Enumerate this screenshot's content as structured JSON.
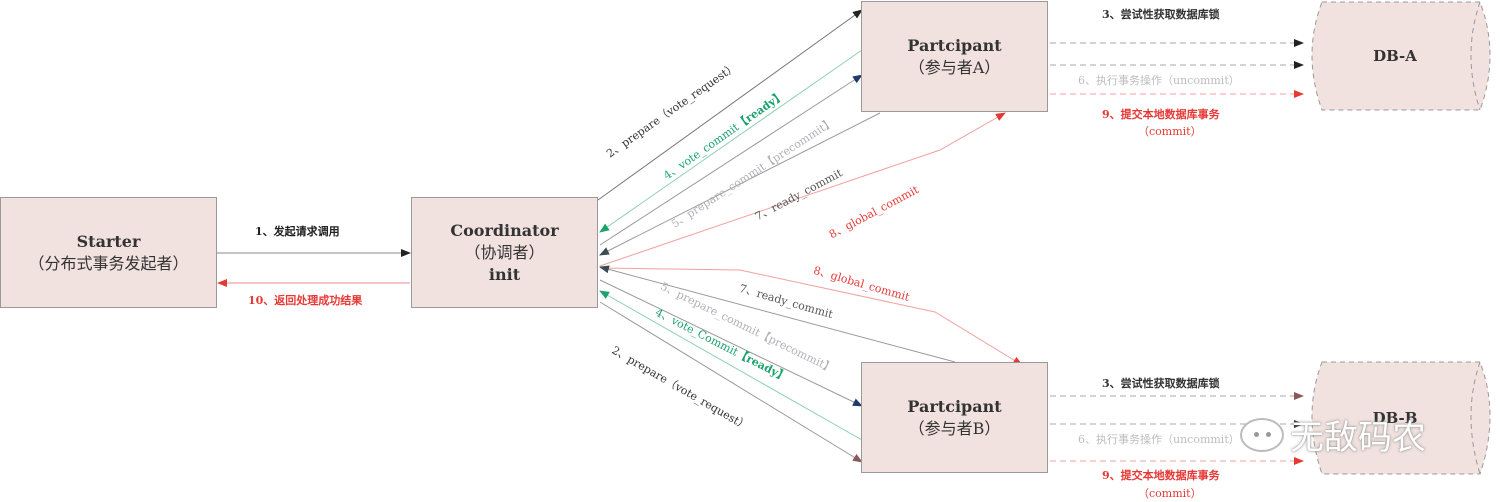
{
  "nodes": {
    "starter": {
      "title": "Starter",
      "subtitle": "（分布式事务发起者）"
    },
    "coordinator": {
      "title": "Coordinator",
      "subtitle": "（协调者）",
      "state": "init"
    },
    "participant_a": {
      "title": "Partcipant",
      "subtitle": "（参与者A）"
    },
    "participant_b": {
      "title": "Partcipant",
      "subtitle": "（参与者B）"
    },
    "db_a": {
      "title": "DB-A"
    },
    "db_b": {
      "title": "DB-B"
    }
  },
  "edges": {
    "e1": {
      "label": "1、发起请求调用",
      "color": "#000000"
    },
    "e10": {
      "label": "10、返回处理成功结果",
      "color": "#e53935"
    },
    "a2": {
      "label": "2、prepare（vote_request）",
      "color": "#333333"
    },
    "a4": {
      "label": "4、vote_commit",
      "tag": "【ready】",
      "color": "#1aa36b"
    },
    "a5": {
      "label": "5、prepare_commit【precommit】",
      "color": "#b0b0b8"
    },
    "a7": {
      "label": "7、ready_commit",
      "color": "#555555"
    },
    "a8": {
      "label": "8、global_commit",
      "color": "#e53935"
    },
    "b2": {
      "label": "2、prepare（vote_request）",
      "color": "#333333"
    },
    "b4": {
      "label": "4、vote_Commit",
      "tag": "【ready】",
      "color": "#1aa36b"
    },
    "b5": {
      "label": "5、prepare_commit【precommit】",
      "color": "#b0b0b8"
    },
    "b7": {
      "label": "7、ready_commit",
      "color": "#555555"
    },
    "b8": {
      "label": "8、global_commit",
      "color": "#e53935"
    },
    "da3": {
      "label": "3、尝试性获取数据库锁",
      "color": "#333333"
    },
    "da6": {
      "label": "6、执行事务操作（uncommit）",
      "color": "#bdbdbd"
    },
    "da9": {
      "label": "9、提交本地数据库事务",
      "sub": "（commit）",
      "color": "#e53935"
    },
    "db3": {
      "label": "3、尝试性获取数据库锁",
      "color": "#333333"
    },
    "db6": {
      "label": "6、执行事务操作（uncommit）",
      "color": "#bdbdbd"
    },
    "db9": {
      "label": "9、提交本地数据库事务",
      "sub": "（commit）",
      "color": "#e53935"
    }
  },
  "watermark": {
    "text": "无敌码农",
    "icon": "wechat-icon"
  }
}
